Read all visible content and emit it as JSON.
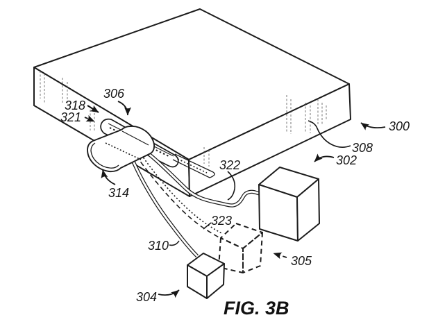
{
  "figure": {
    "caption": "FIG. 3B",
    "labels": {
      "l300": "300",
      "l302": "302",
      "l304": "304",
      "l305": "305",
      "l306": "306",
      "l308": "308",
      "l310": "310",
      "l314": "314",
      "l318": "318",
      "l321": "321",
      "l322": "322",
      "l323": "323"
    },
    "colors": {
      "line": "#1c1c1c",
      "background": "#ffffff"
    }
  }
}
